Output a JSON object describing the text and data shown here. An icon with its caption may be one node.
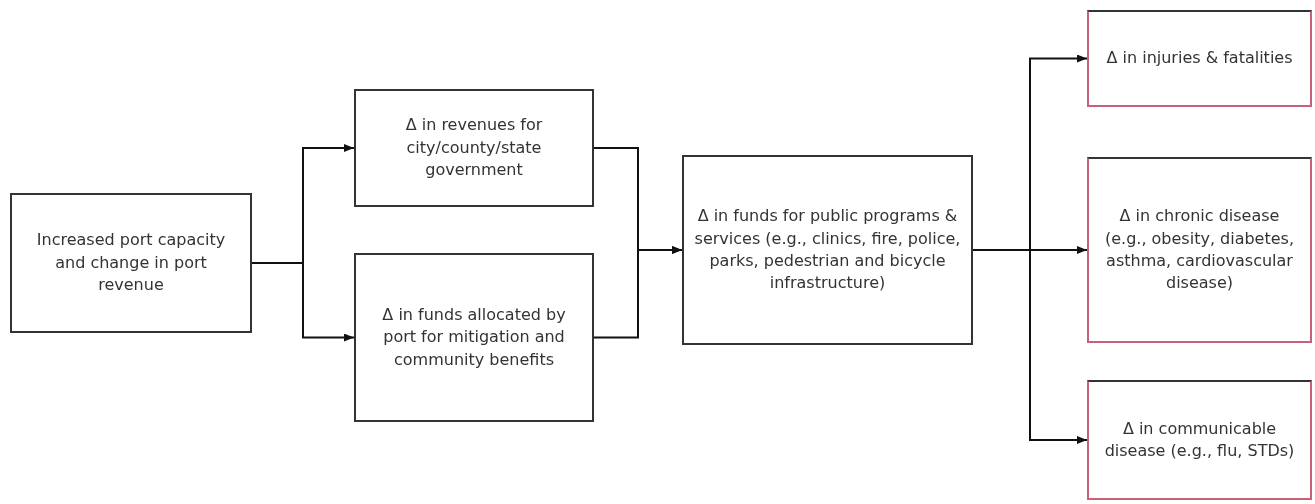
{
  "diagram": {
    "nodes": [
      {
        "text": [
          "Increased port capacity and change in port revenue"
        ]
      },
      {
        "text": [
          "Δ in revenues for city/county/state government"
        ]
      },
      {
        "text": [
          "Δ in funds allocated by port for mitigation and community benefits"
        ]
      },
      {
        "text": [
          "Δ in funds for public programs & services (e.g., clinics, fire, police, parks, pedestrian and bicycle infrastructure)"
        ]
      },
      {
        "text": [
          "Δ in injuries & fatalities"
        ]
      },
      {
        "text": [
          "Δ in chronic disease (e.g., obesity, diabetes, asthma, cardiovascular disease)"
        ]
      },
      {
        "text": [
          "Δ in communicable disease (e.g., flu, STDs)"
        ]
      }
    ],
    "edges": [
      {
        "from": 0,
        "to": 1,
        "arrow": "to"
      },
      {
        "from": 0,
        "to": 2,
        "arrow": "to"
      },
      {
        "from": 1,
        "to": 3,
        "arrow": "to"
      },
      {
        "from": 2,
        "to": 3,
        "arrow": "to"
      },
      {
        "from": 3,
        "to": 4,
        "arrow": "to"
      },
      {
        "from": 3,
        "to": 5,
        "arrow": "to"
      },
      {
        "from": 3,
        "to": 6,
        "arrow": "to"
      }
    ]
  }
}
